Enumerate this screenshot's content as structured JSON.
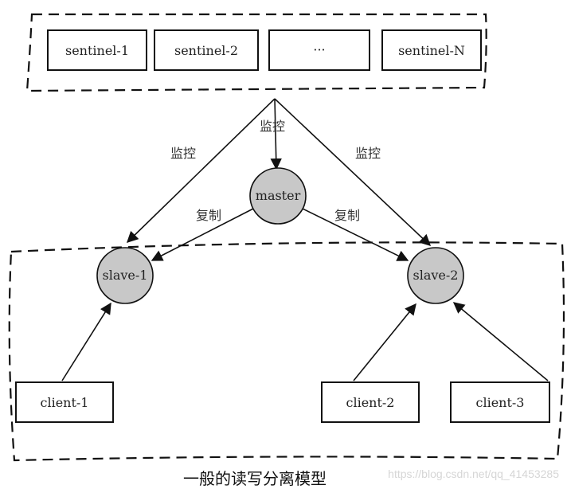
{
  "sentinels": [
    "sentinel-1",
    "sentinel-2",
    "···",
    "sentinel-N"
  ],
  "master": "master",
  "slaves": [
    "slave-1",
    "slave-2"
  ],
  "clients": [
    "client-1",
    "client-2",
    "client-3"
  ],
  "labels": {
    "monitor": "监控",
    "replicate": "复制"
  },
  "caption": "一般的读写分离模型",
  "watermark": "https://blog.csdn.net/qq_41453285",
  "colors": {
    "node_fill": "#c8c8c8",
    "stroke": "#111111"
  }
}
